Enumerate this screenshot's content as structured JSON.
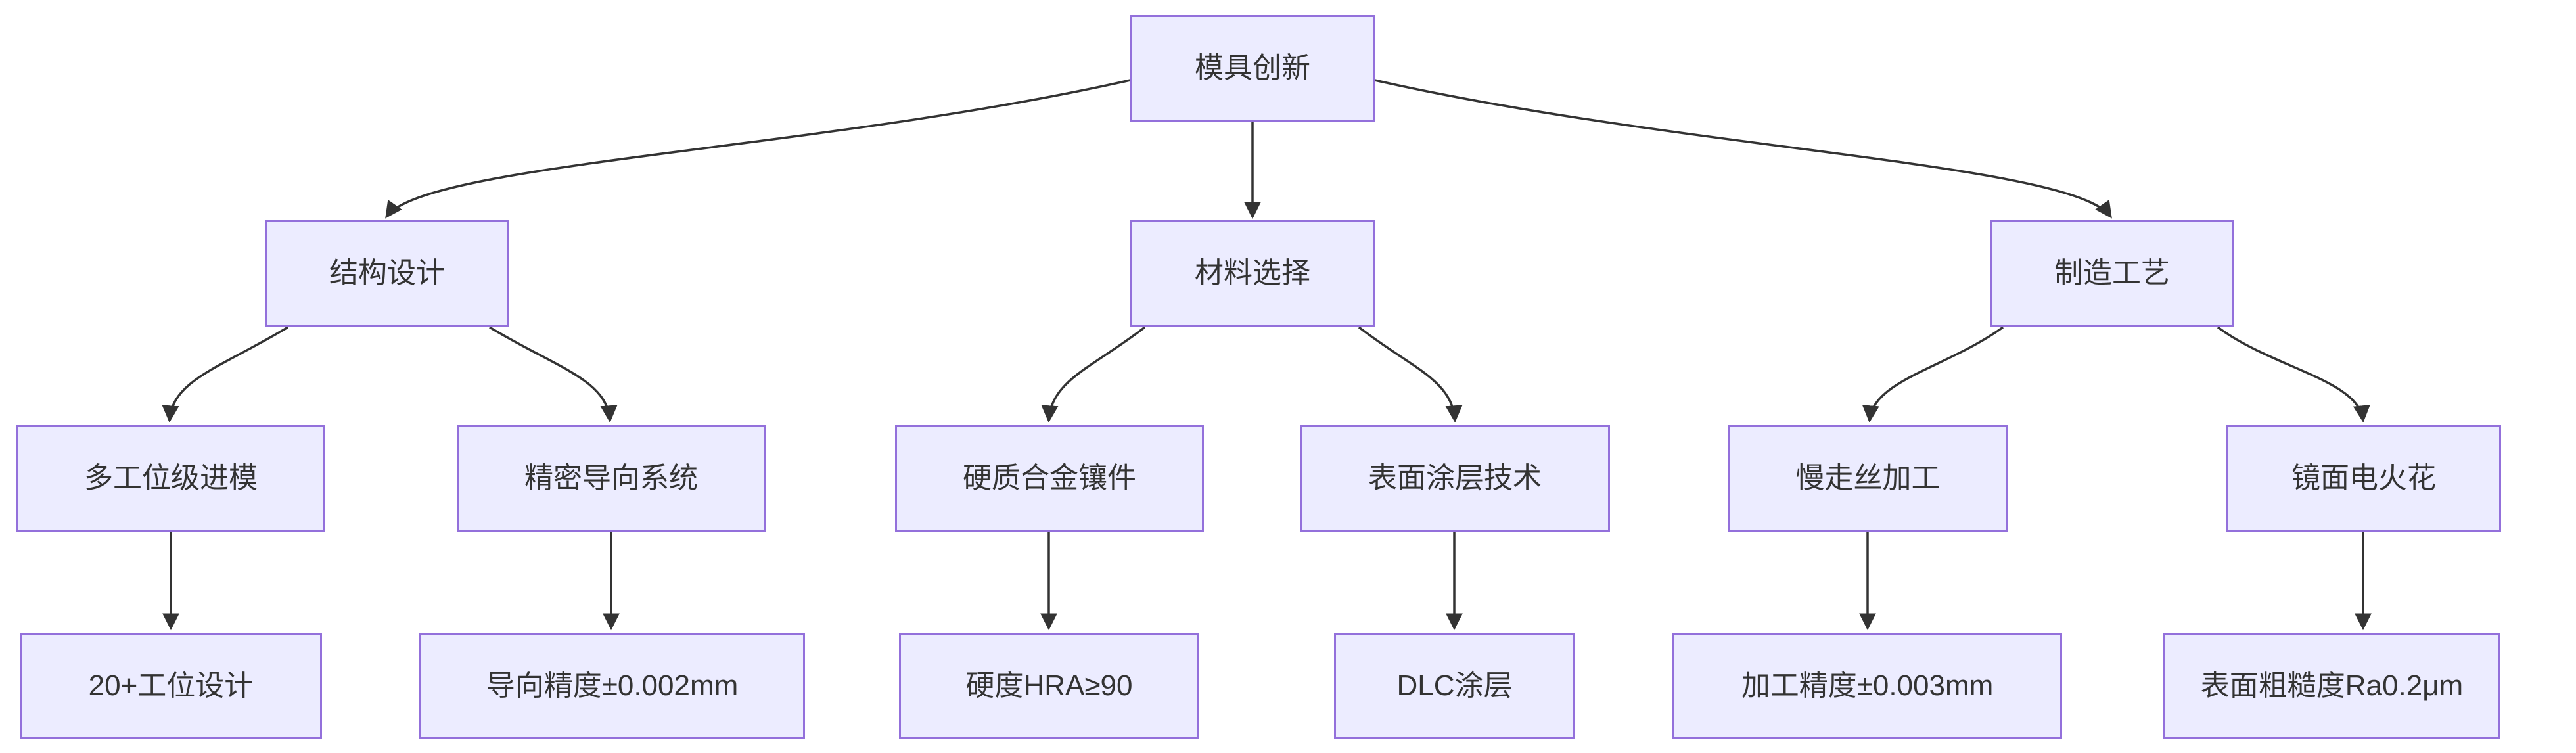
{
  "diagram": {
    "nodes": [
      {
        "id": "root",
        "label": "模具创新"
      },
      {
        "id": "struct",
        "label": "结构设计"
      },
      {
        "id": "material",
        "label": "材料选择"
      },
      {
        "id": "process",
        "label": "制造工艺"
      },
      {
        "id": "multi",
        "label": "多工位级进模"
      },
      {
        "id": "guide",
        "label": "精密导向系统"
      },
      {
        "id": "carbide",
        "label": "硬质合金镶件"
      },
      {
        "id": "coating",
        "label": "表面涂层技术"
      },
      {
        "id": "wedm",
        "label": "慢走丝加工"
      },
      {
        "id": "edm",
        "label": "镜面电火花"
      },
      {
        "id": "station",
        "label": "20+工位设计"
      },
      {
        "id": "guideacc",
        "label": "导向精度±0.002mm"
      },
      {
        "id": "hardness",
        "label": "硬度HRA≥90"
      },
      {
        "id": "dlc",
        "label": "DLC涂层"
      },
      {
        "id": "machacc",
        "label": "加工精度±0.003mm"
      },
      {
        "id": "roughness",
        "label": "表面粗糙度Ra0.2μm"
      }
    ],
    "edges": [
      {
        "from": "root",
        "to": "struct"
      },
      {
        "from": "root",
        "to": "material"
      },
      {
        "from": "root",
        "to": "process"
      },
      {
        "from": "struct",
        "to": "multi"
      },
      {
        "from": "struct",
        "to": "guide"
      },
      {
        "from": "material",
        "to": "carbide"
      },
      {
        "from": "material",
        "to": "coating"
      },
      {
        "from": "process",
        "to": "wedm"
      },
      {
        "from": "process",
        "to": "edm"
      },
      {
        "from": "multi",
        "to": "station"
      },
      {
        "from": "guide",
        "to": "guideacc"
      },
      {
        "from": "carbide",
        "to": "hardness"
      },
      {
        "from": "coating",
        "to": "dlc"
      },
      {
        "from": "wedm",
        "to": "machacc"
      },
      {
        "from": "edm",
        "to": "roughness"
      }
    ]
  },
  "colors": {
    "node_fill": "#ECECFF",
    "node_border": "#9370DB",
    "edge_stroke": "#333333",
    "text": "#333333",
    "background": "#ffffff"
  }
}
